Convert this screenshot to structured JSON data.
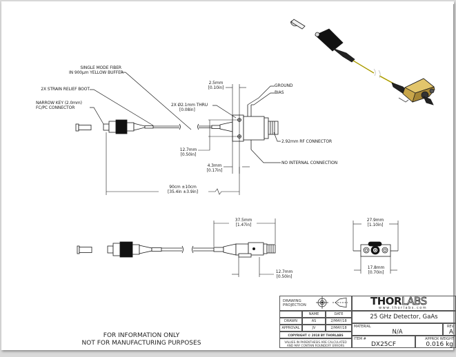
{
  "document": {
    "type": "technical-drawing",
    "brand": "THORLABS"
  },
  "callouts": {
    "fiber": [
      "SINGLE MODE FIBER",
      "IN 900µm YELLOW BUFFER"
    ],
    "boot": "2X STRAIN RELIEF BOOT",
    "connector": [
      "NARROW KEY (2.0mm)",
      "FC/PC CONNECTOR"
    ],
    "thru": [
      "2X Ø2.1mm THRU",
      "[0.08in]"
    ],
    "ground": "GROUND",
    "bias": "BIAS",
    "rf": "2.92mm RF CONNECTOR",
    "nic": "NO INTERNAL CONNECTION"
  },
  "dimensions": {
    "d_2_5": [
      "2.5mm",
      "[0.10in]"
    ],
    "d_12_7_top": [
      "12.7mm",
      "[0.50in]"
    ],
    "d_4_3": [
      "4.3mm",
      "[0.17in]"
    ],
    "d_length": [
      "90cm ±10cm",
      "[35.4in ±3.9in]"
    ],
    "d_37_5": [
      "37.5mm",
      "[1.47in]"
    ],
    "d_12_7_bottom": [
      "12.7mm",
      "[0.50in]"
    ],
    "d_27_9": [
      "27.9mm",
      "[1.10in]"
    ],
    "d_17_8": [
      "17.8mm",
      "[0.70in]"
    ]
  },
  "notice": [
    "FOR INFORMATION ONLY",
    "NOT FOR MANUFACTURING PURPOSES"
  ],
  "title_block": {
    "projection_label": [
      "DRAWING",
      "PROJECTION"
    ],
    "col_name": "NAME",
    "col_date": "DATE",
    "drawn_label": "DRAWN",
    "drawn_name": "AS",
    "drawn_date": "2/MAY/18",
    "approval_label": "APPROVAL",
    "approval_name": "JV",
    "approval_date": "2/MAY/18",
    "copyright": "COPYRIGHT © 2018 BY THORLABS",
    "values_note": [
      "VALUES IN PARENTHESIS ARE CALCULATED",
      "AND MAY CONTAIN ROUNDOFF ERRORS"
    ],
    "logo_thor": "THOR",
    "logo_labs": "LABS",
    "logo_url": "www.thorlabs.com",
    "title": "25 GHz Detector, GaAs",
    "material_label": "MATERIAL",
    "material_value": "N/A",
    "rev_label": "REV",
    "rev_value": "A",
    "item_label": "ITEM #",
    "item_value": "DX25CF",
    "weight_label": "APPROX WEIGHT",
    "weight_value": "0.016",
    "weight_unit": "kg"
  },
  "colors": {
    "fiber_buffer": "#d8c400",
    "housing_gold": "#c8a64a",
    "line": "#1a1a1a"
  }
}
